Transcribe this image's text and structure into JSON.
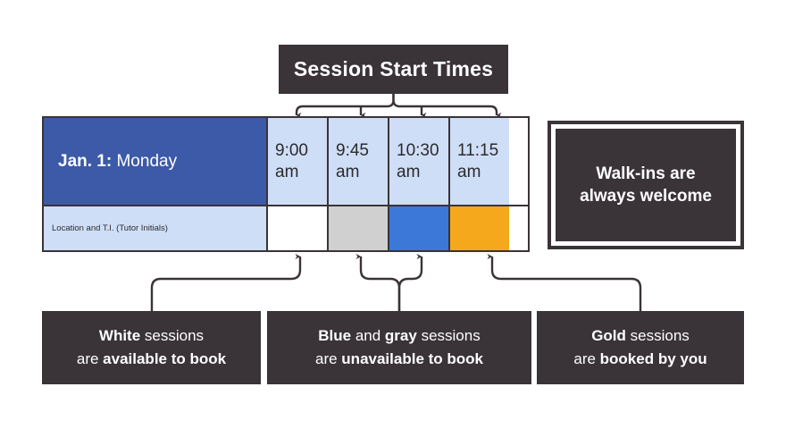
{
  "title": {
    "label": "Session Start Times"
  },
  "schedule": {
    "day": {
      "date_label": "Jan. 1:",
      "weekday_label": "Monday"
    },
    "location_label": "Location and T.I. (Tutor Initials)",
    "columns": [
      {
        "time": "9:00",
        "meridiem": "am",
        "status": "white",
        "status_color": "#ffffff"
      },
      {
        "time": "9:45",
        "meridiem": "am",
        "status": "gray",
        "status_color": "#d0d0d0"
      },
      {
        "time": "10:30",
        "meridiem": "am",
        "status": "blue",
        "status_color": "#3b78d8"
      },
      {
        "time": "11:15",
        "meridiem": "am",
        "status": "gold",
        "status_color": "#f5a81c"
      }
    ]
  },
  "walkins": {
    "line1": "Walk-ins are",
    "line2": "always welcome"
  },
  "legend": {
    "white": {
      "line1_bold": "White",
      "line1_rest": " sessions",
      "line2_rest": "are ",
      "line2_bold": "available to book"
    },
    "blue_gray": {
      "line1_bold_a": "Blue",
      "line1_mid": " and ",
      "line1_bold_b": "gray",
      "line1_rest": " sessions",
      "line2_rest": "are ",
      "line2_bold": "unavailable to book"
    },
    "gold": {
      "line1_bold": "Gold",
      "line1_rest": " sessions",
      "line2_rest": "are ",
      "line2_bold": "booked by you"
    }
  },
  "colors": {
    "dark": "#3a3338",
    "day_blue": "#3c5aa8",
    "header_blue": "#cfdef7",
    "available_white": "#ffffff",
    "unavailable_gray": "#d0d0d0",
    "unavailable_blue": "#3b78d8",
    "booked_gold": "#f5a81c"
  }
}
